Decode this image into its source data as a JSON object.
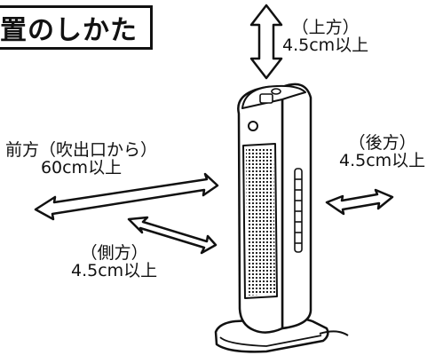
{
  "title": "置のしかた",
  "labels": {
    "top": {
      "direction": "（上方）",
      "distance": "4.5cm以上"
    },
    "front": {
      "direction": "前方（吹出口から）",
      "distance": "60cm以上"
    },
    "back": {
      "direction": "（後方）",
      "distance": "4.5cm以上"
    },
    "side": {
      "direction": "（側方）",
      "distance": "4.5cm以上"
    }
  }
}
